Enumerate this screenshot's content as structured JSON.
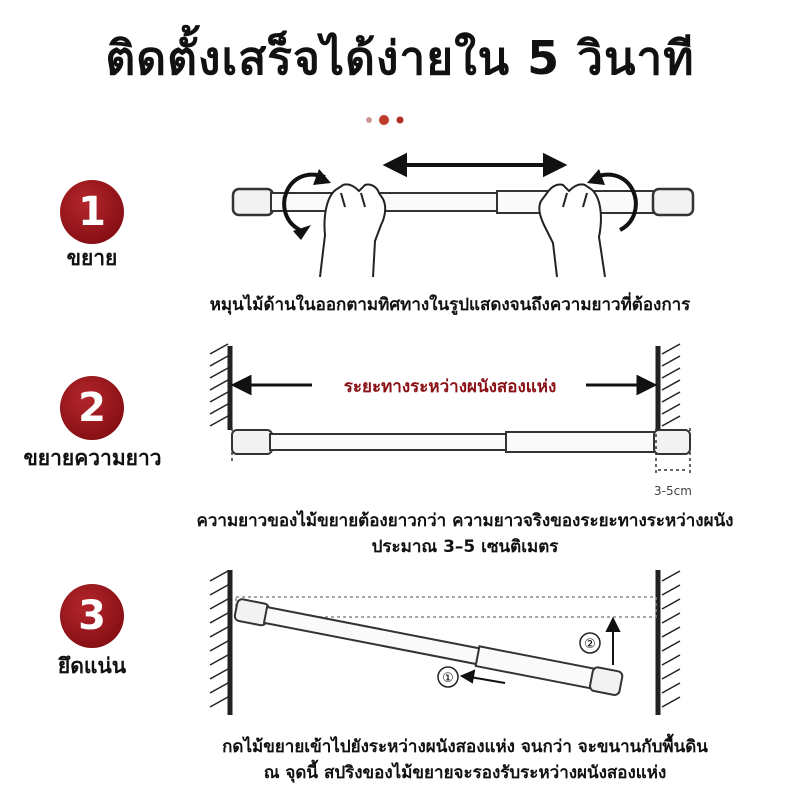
{
  "title": "ติดตั้งเสร็จได้ง่ายใน 5 วินาที",
  "accent_color": "#8a1116",
  "steps": [
    {
      "number": "1",
      "label": "ขยาย",
      "caption_lines": [
        "หมุนไม้ด้านในออกตามทิศทางในรูปแสดงจนถึงความยาวที่ต้องการ"
      ]
    },
    {
      "number": "2",
      "label": "ขยายความยาว",
      "diagram_text": "ระยะทางระหว่างผนังสองแห่ง",
      "measure_label": "3-5cm",
      "caption_lines": [
        "ความยาวของไม้ขยายต้องยาวกว่า ความยาวจริงของระยะทางระหว่างผนัง",
        "ประมาณ 3–5 เซนติเมตร"
      ]
    },
    {
      "number": "3",
      "label": "ยึดแน่น",
      "marker_1": "①",
      "marker_2": "②",
      "caption_lines": [
        "กดไม้ขยายเข้าไปยังระหว่างผนังสองแห่ง จนกว่า จะขนานกับพื้นดิน",
        "ณ จุดนี้ สปริงของไม้ขยายจะรองรับระหว่างผนังสองแห่ง"
      ]
    }
  ]
}
